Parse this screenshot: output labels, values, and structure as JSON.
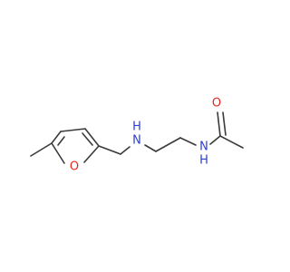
{
  "molecule": {
    "atoms": {
      "oxygen_carbonyl": {
        "label": "O",
        "color": "#e8261c"
      },
      "nitrogen_amide": {
        "label": "N",
        "color": "#2d3ed6",
        "h_label": "H"
      },
      "nitrogen_amine": {
        "label": "N",
        "color": "#2d3ed6",
        "h_label": "H"
      },
      "oxygen_furan": {
        "label": "O",
        "color": "#e8261c"
      }
    },
    "bond_color": "#3a3a3a"
  }
}
